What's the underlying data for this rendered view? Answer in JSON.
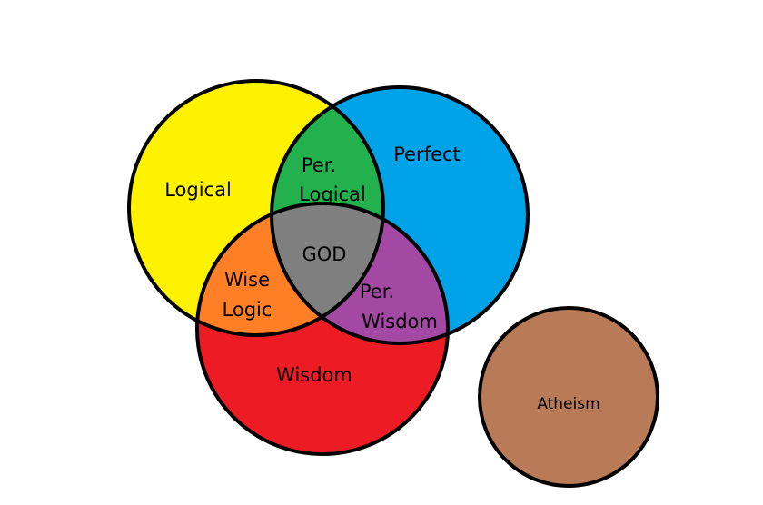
{
  "colors": {
    "logical": "#fff200",
    "perfect": "#00a2e8",
    "wisdom": "#ed1c24",
    "per_logical": "#22b14c",
    "wise_logic": "#ff7f27",
    "per_wisdom": "#a349a4",
    "god": "#7f7f7f",
    "atheism": "#b97a57",
    "outline": "#000000"
  },
  "labels": {
    "logical": "Logical",
    "perfect": "Perfect",
    "wisdom": "Wisdom",
    "per_logical_1": "Per.",
    "per_logical_2": "Logical",
    "wise_logic_1": "Wise",
    "wise_logic_2": "Logic",
    "per_wisdom_1": "Per.",
    "per_wisdom_2": "Wisdom",
    "god": "GOD",
    "atheism": "Atheism"
  }
}
